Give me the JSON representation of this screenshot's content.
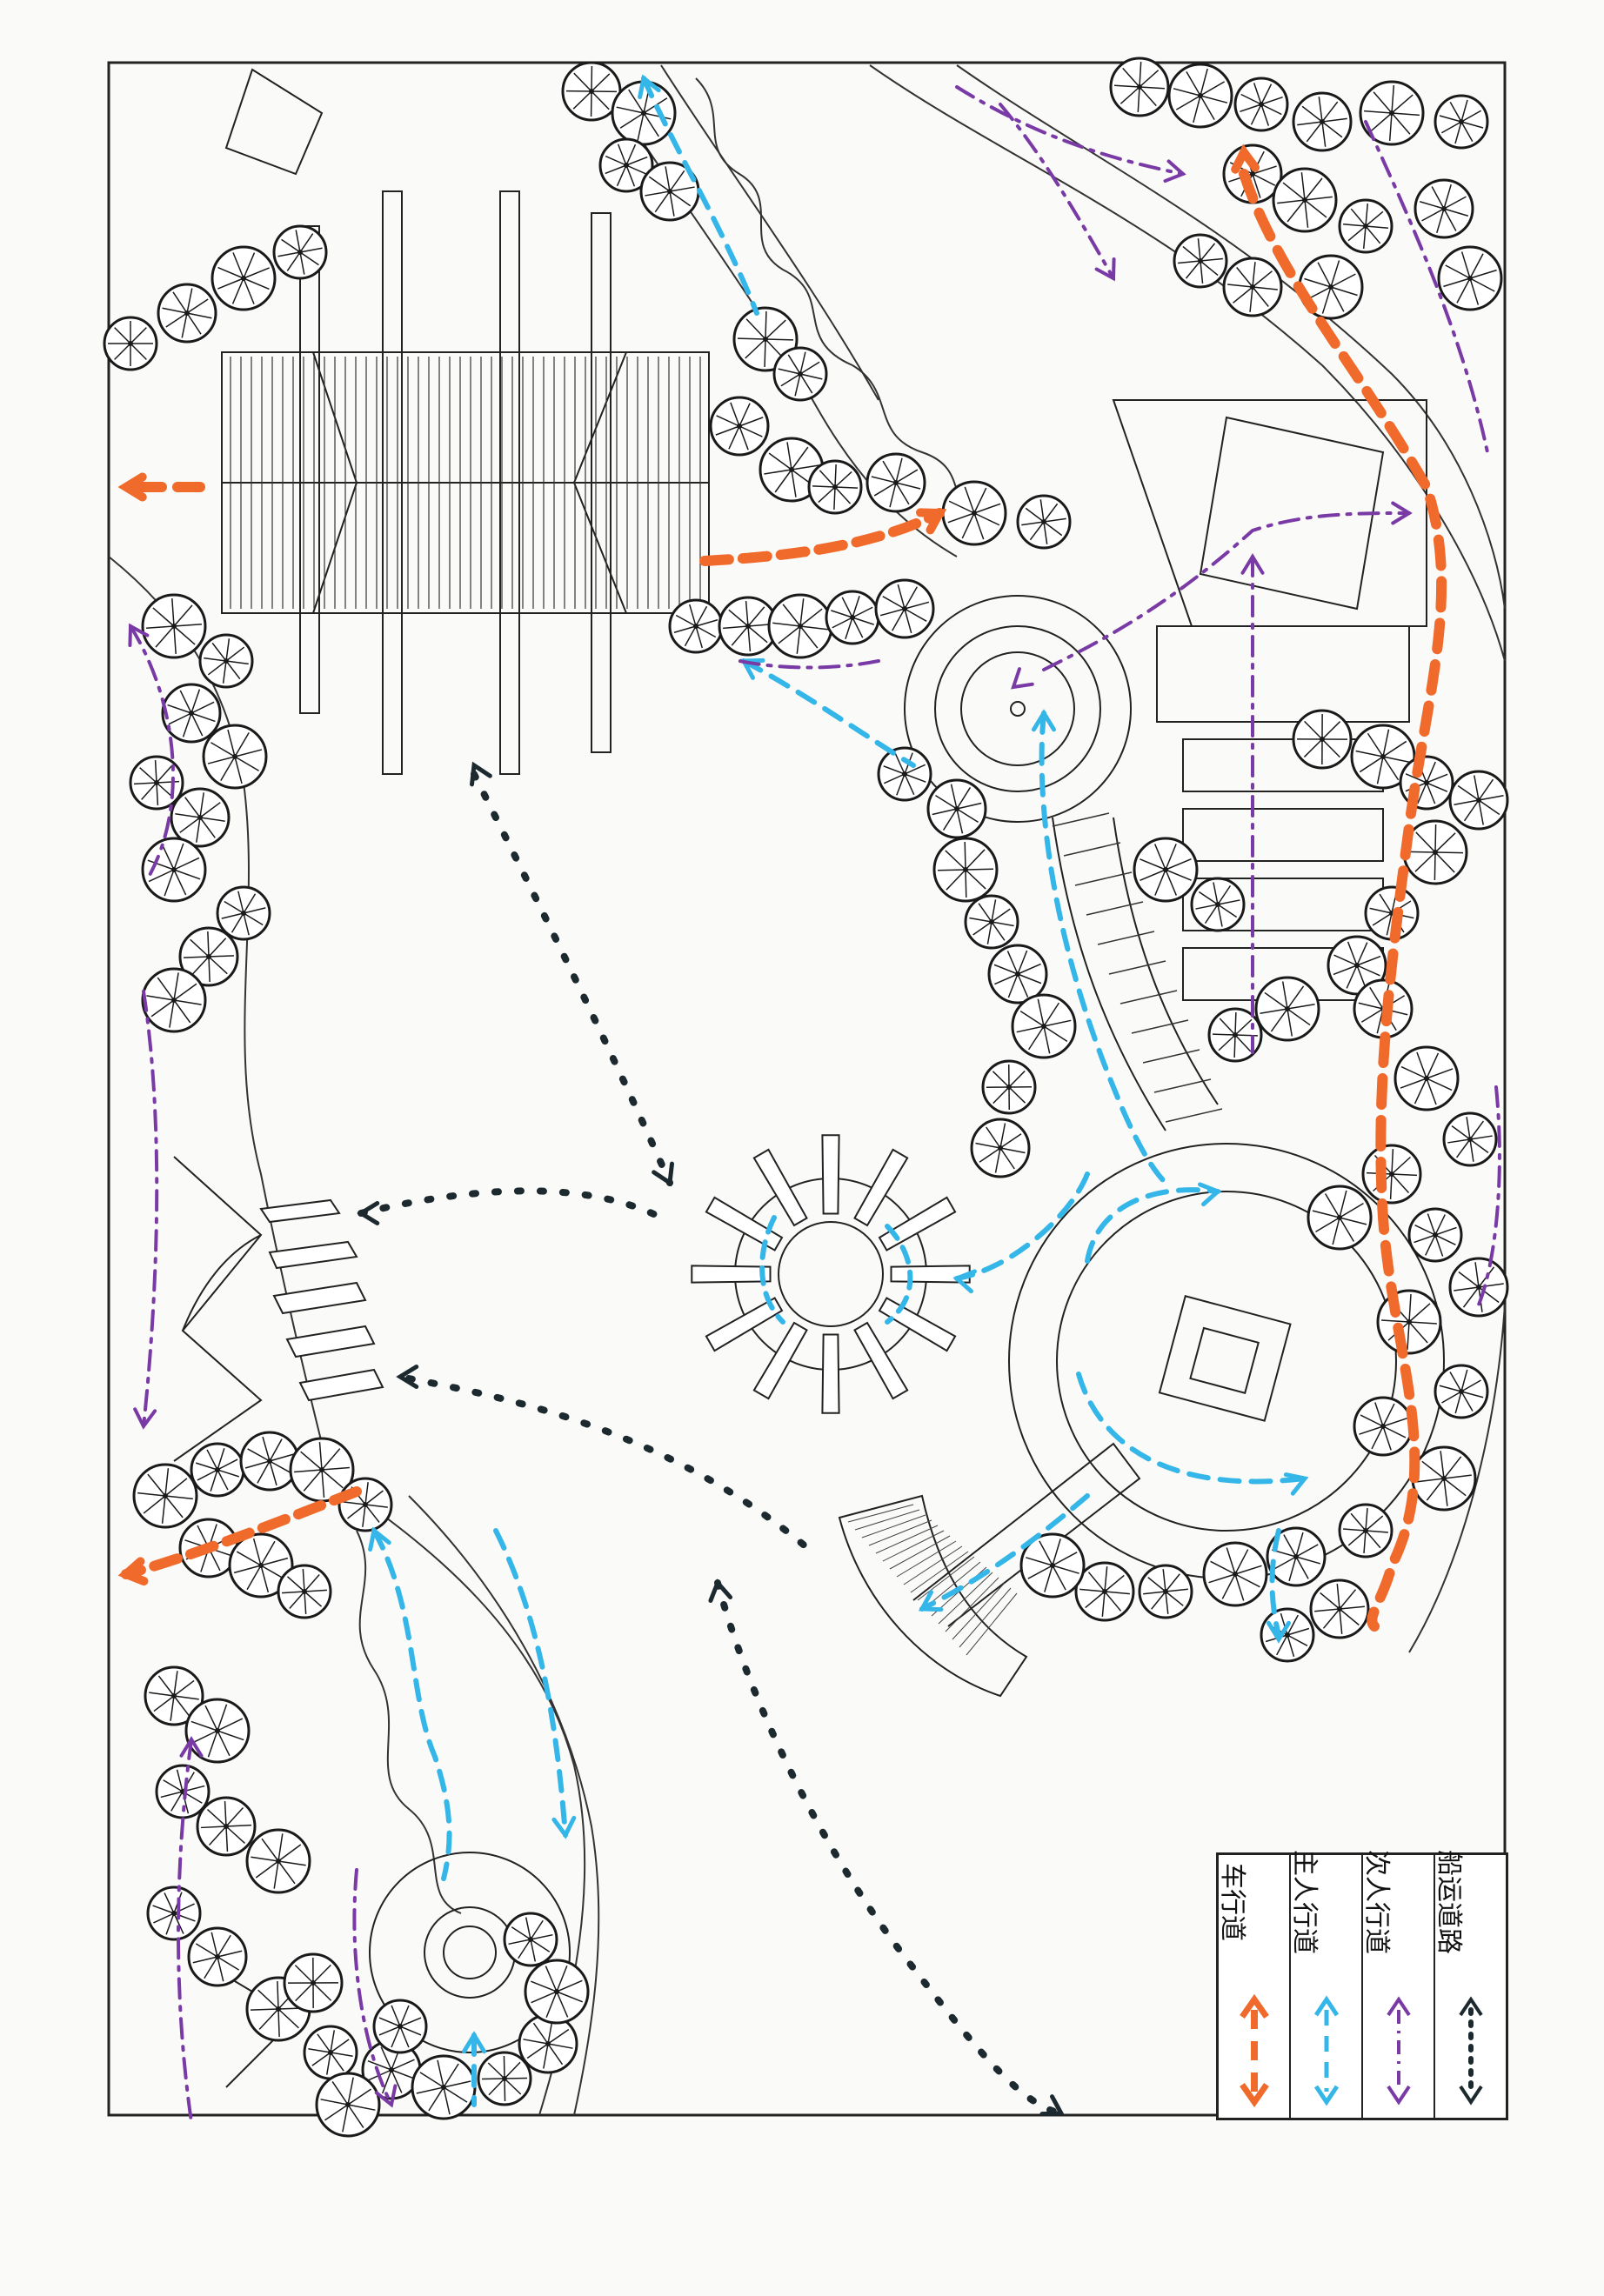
{
  "legend": {
    "items": [
      {
        "label": "车行道",
        "color": "#f06a2c",
        "style": "long-dash"
      },
      {
        "label": "主人行道",
        "color": "#35b6e8",
        "style": "dash"
      },
      {
        "label": "次人行道",
        "color": "#7a3aa6",
        "style": "dash-dot"
      },
      {
        "label": "船运道路",
        "color": "#1c2a30",
        "style": "dotted"
      }
    ]
  },
  "colors": {
    "frame": "#222222",
    "tree_ink": "#1a1a1a",
    "road": "#f06a2c",
    "main_walk": "#35b6e8",
    "minor_walk": "#7a3aa6",
    "boat": "#1c2a30"
  },
  "icons": [
    "tree-canopy-icon",
    "arrow-icon"
  ]
}
